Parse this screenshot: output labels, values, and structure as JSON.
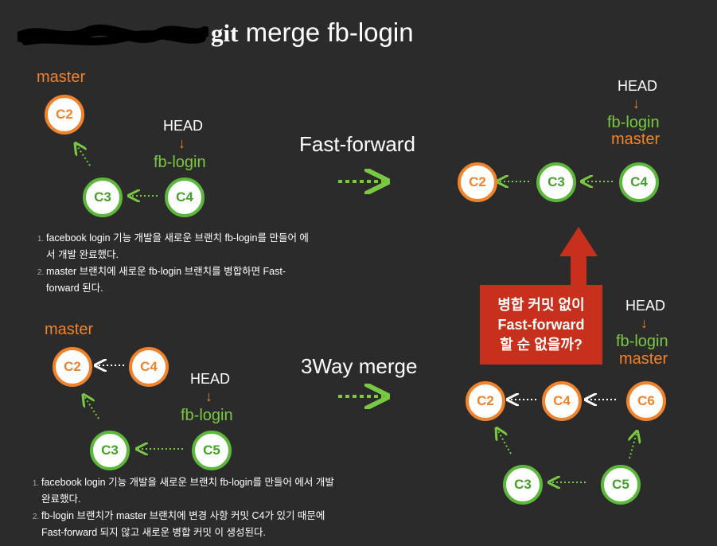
{
  "title": {
    "git": "git",
    "rest": " merge fb-login"
  },
  "colors": {
    "background": "#2b2b2b",
    "orange": "#f0832b",
    "green": "#7ac943",
    "red": "#c8301e",
    "white": "#ffffff"
  },
  "top_left": {
    "master_label": "master",
    "head_label": "HEAD",
    "branch_label": "fb-login",
    "arrow": "↓",
    "nodes": {
      "c2": "C2",
      "c3": "C3",
      "c4": "C4"
    },
    "notes": [
      "facebook login 기능 개발을 새로운 브랜치 fb-login를 만들어 에서 개발 완료했다.",
      "master 브랜치에 새로운 fb-login 브랜치를 병합하면 Fast-forward 된다."
    ]
  },
  "fast_forward": {
    "label": "Fast-forward",
    "head_label": "HEAD",
    "arrow": "↓",
    "branch_label": "fb-login",
    "master_label": "master",
    "nodes": {
      "c2": "C2",
      "c3": "C3",
      "c4": "C4"
    }
  },
  "bottom_left": {
    "master_label": "master",
    "head_label": "HEAD",
    "branch_label": "fb-login",
    "arrow": "↓",
    "nodes": {
      "c2": "C2",
      "c4": "C4",
      "c3": "C3",
      "c5": "C5"
    },
    "notes": [
      "facebook login 기능 개발을 새로운 브랜치 fb-login를 만들어 에서 개발 완료했다.",
      "fb-login 브랜치가 master 브랜치에 변경 사항 커밋 C4가 있기 때문에 Fast-forward 되지 않고 새로운 병합 커밋 이 생성된다."
    ]
  },
  "three_way": {
    "label": "3Way merge",
    "head_label": "HEAD",
    "arrow": "↓",
    "branch_label": "fb-login",
    "master_label": "master",
    "nodes": {
      "c2": "C2",
      "c4": "C4",
      "c6": "C6",
      "c3": "C3",
      "c5": "C5"
    }
  },
  "callout": {
    "line1": "병합 커밋 없이",
    "line2": "Fast-forward",
    "line3": "할 순 없을까?"
  }
}
